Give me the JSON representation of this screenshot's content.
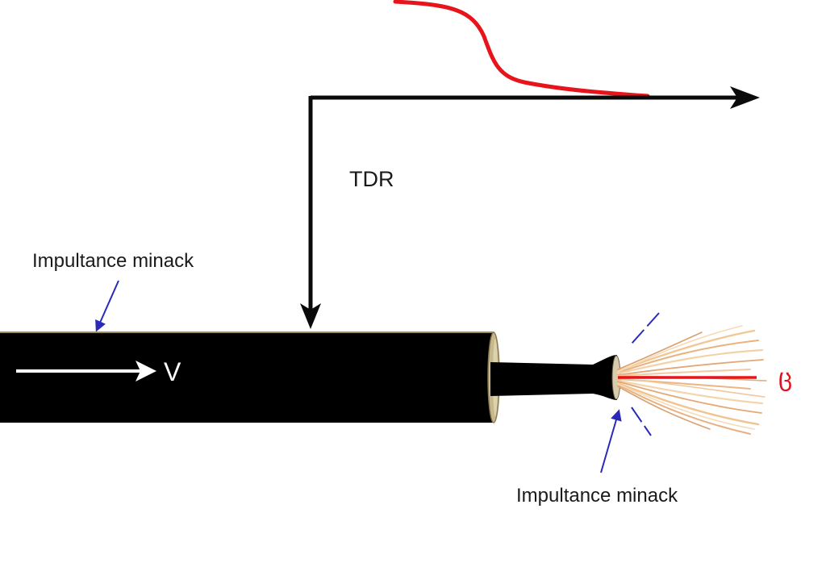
{
  "labels": {
    "tdr": "TDR",
    "velocity": "V",
    "impedance_top": "Impultance minack",
    "impedance_bottom": "Impultance minack",
    "end_symbol": "ც"
  },
  "colors": {
    "background": "#ffffff",
    "cable_jacket": "#000000",
    "cable_rim": "#c8b98c",
    "signal_trace": "#e8141c",
    "axes": "#0a0a0a",
    "pointer_arrows": "#2a2ab8",
    "velocity_arrow": "#ffffff",
    "wire_strands": "#e8b98a",
    "end_symbol": "#e0101e"
  }
}
